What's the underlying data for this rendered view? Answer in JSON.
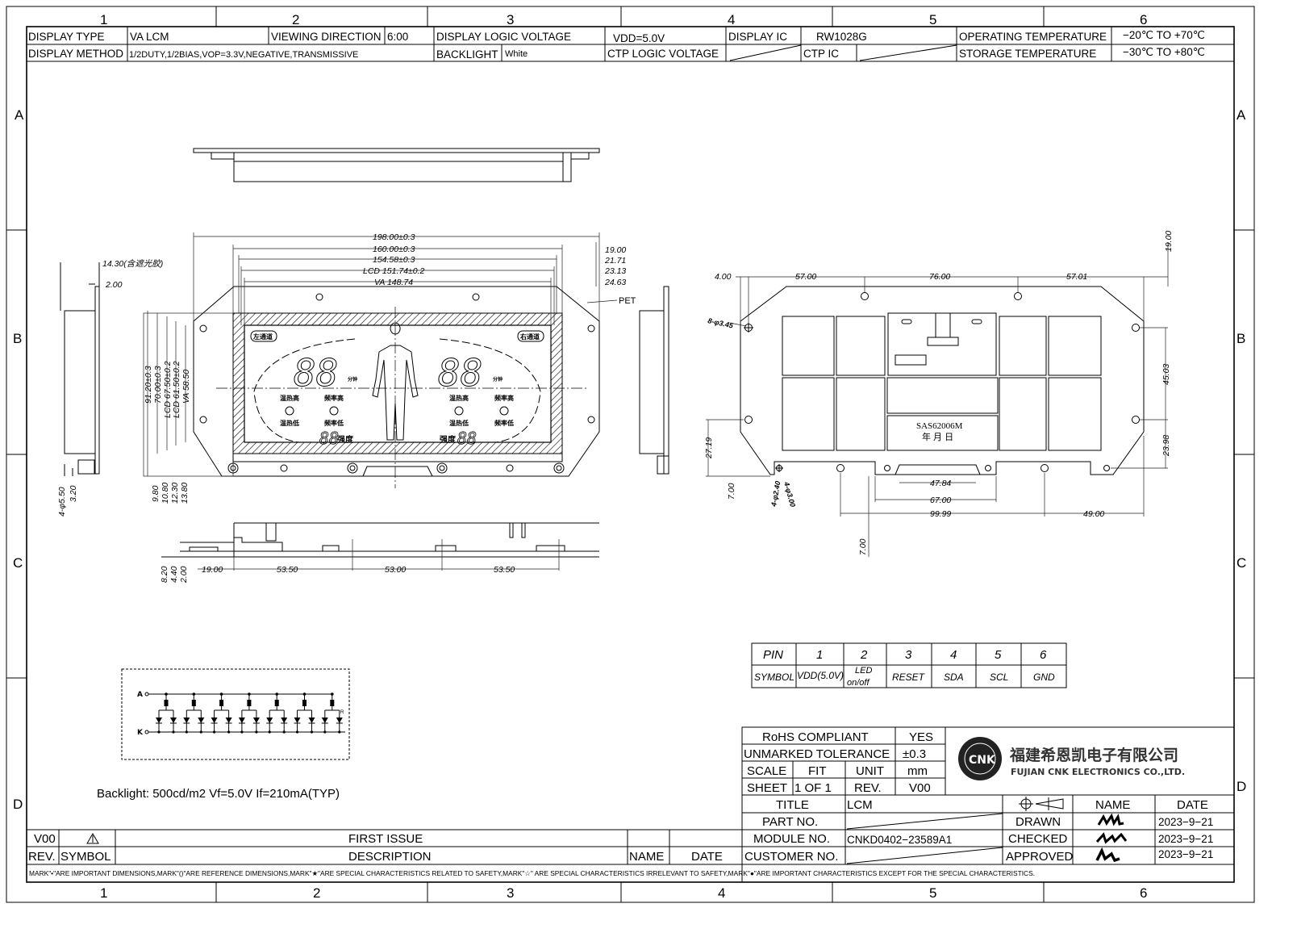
{
  "zones": {
    "columns": [
      "1",
      "2",
      "3",
      "4",
      "5",
      "6"
    ],
    "rows": [
      "A",
      "B",
      "C",
      "D"
    ]
  },
  "header": {
    "display_type_label": "DISPLAY TYPE",
    "display_type": "VA  LCM",
    "viewing_direction_label": "VIEWING DIRECTION",
    "viewing_direction": "6:00",
    "display_logic_voltage_label": "DISPLAY LOGIC VOLTAGE",
    "display_logic_voltage": "VDD=5.0V",
    "display_ic_label": "DISPLAY IC",
    "display_ic": "RW1028G",
    "operating_temp_label": "OPERATING TEMPERATURE",
    "operating_temp": "−20℃ TO +70℃",
    "display_method_label": "DISPLAY METHOD",
    "display_method": "1/2DUTY,1/2BIAS,VOP=3.3V,NEGATIVE,TRANSMISSIVE",
    "backlight_label": "BACKLIGHT",
    "backlight": "White",
    "ctp_logic_voltage_label": "CTP LOGIC VOLTAGE",
    "ctp_ic_label": "CTP IC",
    "storage_temp_label": "STORAGE TEMPERATURE",
    "storage_temp": "−30℃ TO +80℃"
  },
  "front_view": {
    "width_dims": [
      "198.00±0.3",
      "160.00±0.3",
      "154.58±0.3",
      "LCD 151.74±0.2",
      "VA 148.74"
    ],
    "offset_dims": [
      "19.00",
      "21.71",
      "23.13",
      "24.63"
    ],
    "height_dims": [
      "91.20±0.3",
      "70.00±0.3",
      "LCD 67.50±0.2",
      "LCD 61.50±0.2",
      "VA 58.50"
    ],
    "bottom_dims": [
      "9.80",
      "10.80",
      "12.30",
      "13.80"
    ],
    "pet_label": "PET",
    "lcd": {
      "left_channel": "左通道",
      "right_channel": "右通道",
      "heat_high": "温热高",
      "freq_high": "频率高",
      "heat_low": "温热低",
      "freq_low": "频率低",
      "minutes": "分钟",
      "intensity": "强度",
      "digits": "88"
    }
  },
  "side_view": {
    "thickness": "14.30(含遮光胶)",
    "plate": "2.00",
    "hole": "4-φ5.50",
    "offset": "3.20"
  },
  "bottom_view": {
    "heights": [
      "8.20",
      "4.40",
      "2.00"
    ],
    "pitches": [
      "19.00",
      "53.50",
      "53.00",
      "53.50"
    ]
  },
  "back_view": {
    "top_dims": [
      "4.00",
      "57.00",
      "76.00",
      "57.01"
    ],
    "right_dims": [
      "19.00",
      "45.03",
      "23.98"
    ],
    "left_dims": [
      "27.19",
      "7.00"
    ],
    "holes": [
      "8-φ3.45",
      "4-φ2.40",
      "4-φ3.00"
    ],
    "bottom_dims": [
      "47.84",
      "67.00",
      "99.99",
      "49.00",
      "7.00"
    ],
    "label_model": "SAS62006M",
    "label_date": "年 月 日"
  },
  "pin_table": {
    "pin_label": "PIN",
    "symbol_label": "SYMBOL",
    "pins": [
      {
        "pin": "1",
        "symbol": "VDD(5.0V)"
      },
      {
        "pin": "2",
        "symbol": "LED on/off",
        "symbol_line1": "LED",
        "symbol_line2": "on/off"
      },
      {
        "pin": "3",
        "symbol": "RESET"
      },
      {
        "pin": "4",
        "symbol": "SDA"
      },
      {
        "pin": "5",
        "symbol": "SCL"
      },
      {
        "pin": "6",
        "symbol": "GND"
      }
    ]
  },
  "backlight_circuit": {
    "anode": "A",
    "cathode": "K",
    "resistor": "R",
    "branches": 7,
    "leds_per_branch": 2
  },
  "backlight_note": "Backlight:  500cd/m2   Vf=5.0V  If=210mA(TYP)",
  "title_block": {
    "rohs_label": "RoHS  COMPLIANT",
    "rohs": "YES",
    "tolerance_label": "UNMARKED  TOLERANCE",
    "tolerance": "±0.3",
    "scale_label": "SCALE",
    "scale": "FIT",
    "unit_label": "UNIT",
    "unit": "mm",
    "sheet_label": "SHEET",
    "sheet": "1  OF  1",
    "rev_label": "REV.",
    "rev": "V00",
    "company_cn": "福建希恩凯电子有限公司",
    "company_en": "FUJIAN CNK ELECTRONICS CO.,LTD.",
    "logo_text": "CNK",
    "title_label": "TITLE",
    "title": "LCM",
    "part_no_label": "PART NO.",
    "module_no_label": "MODULE  NO.",
    "module_no": "CNKD0402−23589A1",
    "customer_no_label": "CUSTOMER  NO.",
    "name_label": "NAME",
    "date_label": "DATE",
    "drawn_label": "DRAWN",
    "drawn_date": "2023−9−21",
    "checked_label": "CHECKED",
    "checked_date": "2023−9−21",
    "approved_label": "APPROVED",
    "approved_date": "2023−9−21"
  },
  "revision": {
    "rev": "V00",
    "description": "FIRST ISSUE",
    "rev_label": "REV.",
    "symbol_label": "SYMBOL",
    "description_label": "DESCRIPTION",
    "name_label": "NAME",
    "date_label": "DATE"
  },
  "notes": "MARK\"•\"ARE IMPORTANT DIMENSIONS,MARK\"()\"ARE REFERENCE DIMENSIONS,MARK\"★\"ARE SPECIAL CHARACTERISTICS RELATED TO SAFETY,MARK\"☆\" ARE SPECIAL CHARACTERISTICS IRRELEVANT TO SAFETY,MARK\"●\"ARE IMPORTANT CHARACTERISTICS EXCEPT FOR THE SPECIAL CHARACTERISTICS."
}
